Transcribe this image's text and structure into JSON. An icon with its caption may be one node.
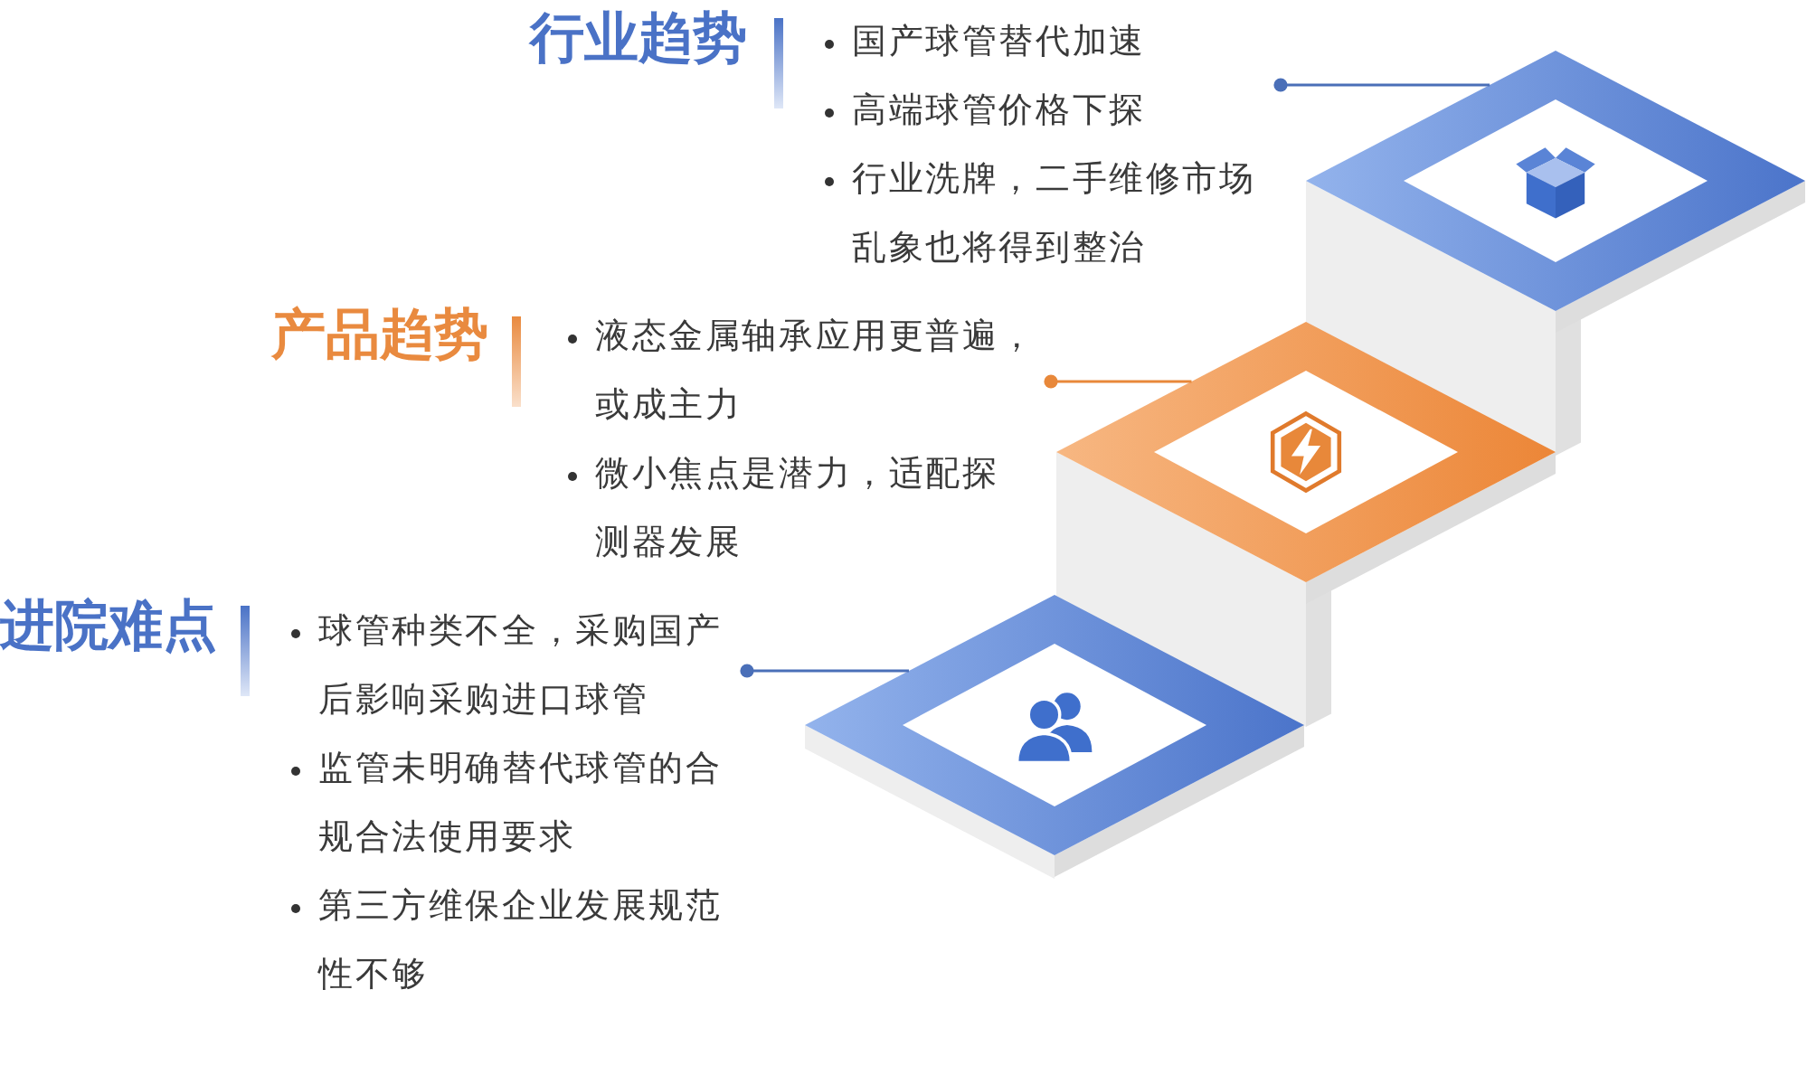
{
  "diagram": {
    "nodes": [
      {
        "text": [
          "行业趋势",
          "国产球管替代加速",
          "高端球管价格下探",
          "行业洗牌，二手维修市场乱象也将得到整治"
        ]
      },
      {
        "text": [],
        "shape": "box"
      },
      {
        "text": [
          "产品趋势",
          "液态金属轴承应用更普遍，或成主力",
          "微小焦点是潜力，适配探测器发展"
        ]
      },
      {
        "text": [],
        "shape": "box"
      },
      {
        "text": [
          "进院难点",
          "球管种类不全，采购国产后影响采购进口球管",
          "监管未明确替代球管的合规合法使用要求",
          "第三方维保企业发展规范性不够"
        ]
      },
      {
        "text": [],
        "shape": "box"
      }
    ],
    "edges": [
      {
        "from": 0,
        "to": 1,
        "arrow": "other"
      },
      {
        "from": 2,
        "to": 3,
        "arrow": "other",
        "color": "#e8883a"
      },
      {
        "from": 4,
        "to": 5,
        "arrow": "other"
      }
    ]
  }
}
